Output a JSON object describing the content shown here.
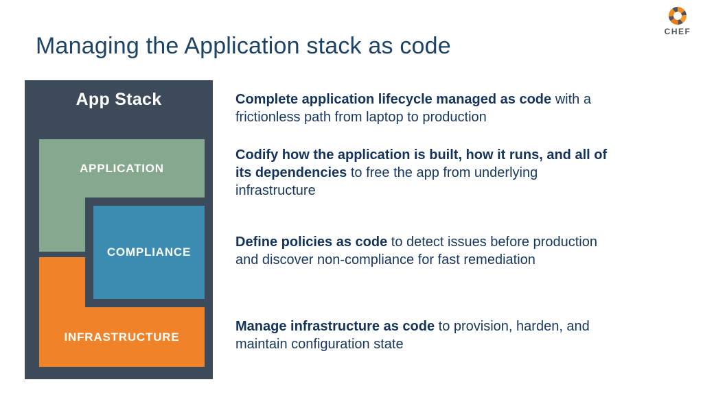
{
  "slide": {
    "title": "Managing the Application stack as code",
    "logo": {
      "brand": "CHEF"
    },
    "stack": {
      "heading": "App Stack",
      "layers": [
        {
          "label": "APPLICATION",
          "color": "#86a88e"
        },
        {
          "label": "COMPLIANCE",
          "color": "#3b8cb0"
        },
        {
          "label": "INFRASTRUCTURE",
          "color": "#f0832a"
        }
      ],
      "container_color": "#3c4a59"
    },
    "points": [
      {
        "bold": "Complete application lifecycle managed as code",
        "rest": " with a\nfrictionless path from laptop to production"
      },
      {
        "bold": "Codify how the application is built, how it runs, and all of\nits dependencies",
        "rest": " to free the app from underlying\ninfrastructure"
      },
      {
        "bold": "Define policies as code",
        "rest": " to detect issues before production\nand discover non-compliance for fast remediation"
      },
      {
        "bold": "Manage infrastructure as code",
        "rest": " to provision, harden, and\nmaintain configuration state"
      }
    ],
    "colors": {
      "title_text": "#1d4467",
      "body_text": "#16365e",
      "stack_container": "#3c4a59",
      "application_green": "#86a88e",
      "compliance_blue": "#3b8cb0",
      "infrastructure_orange": "#f0832a",
      "chef_orange": "#f18b21",
      "chef_text": "#4f5254",
      "label_text": "#ffffff"
    }
  }
}
